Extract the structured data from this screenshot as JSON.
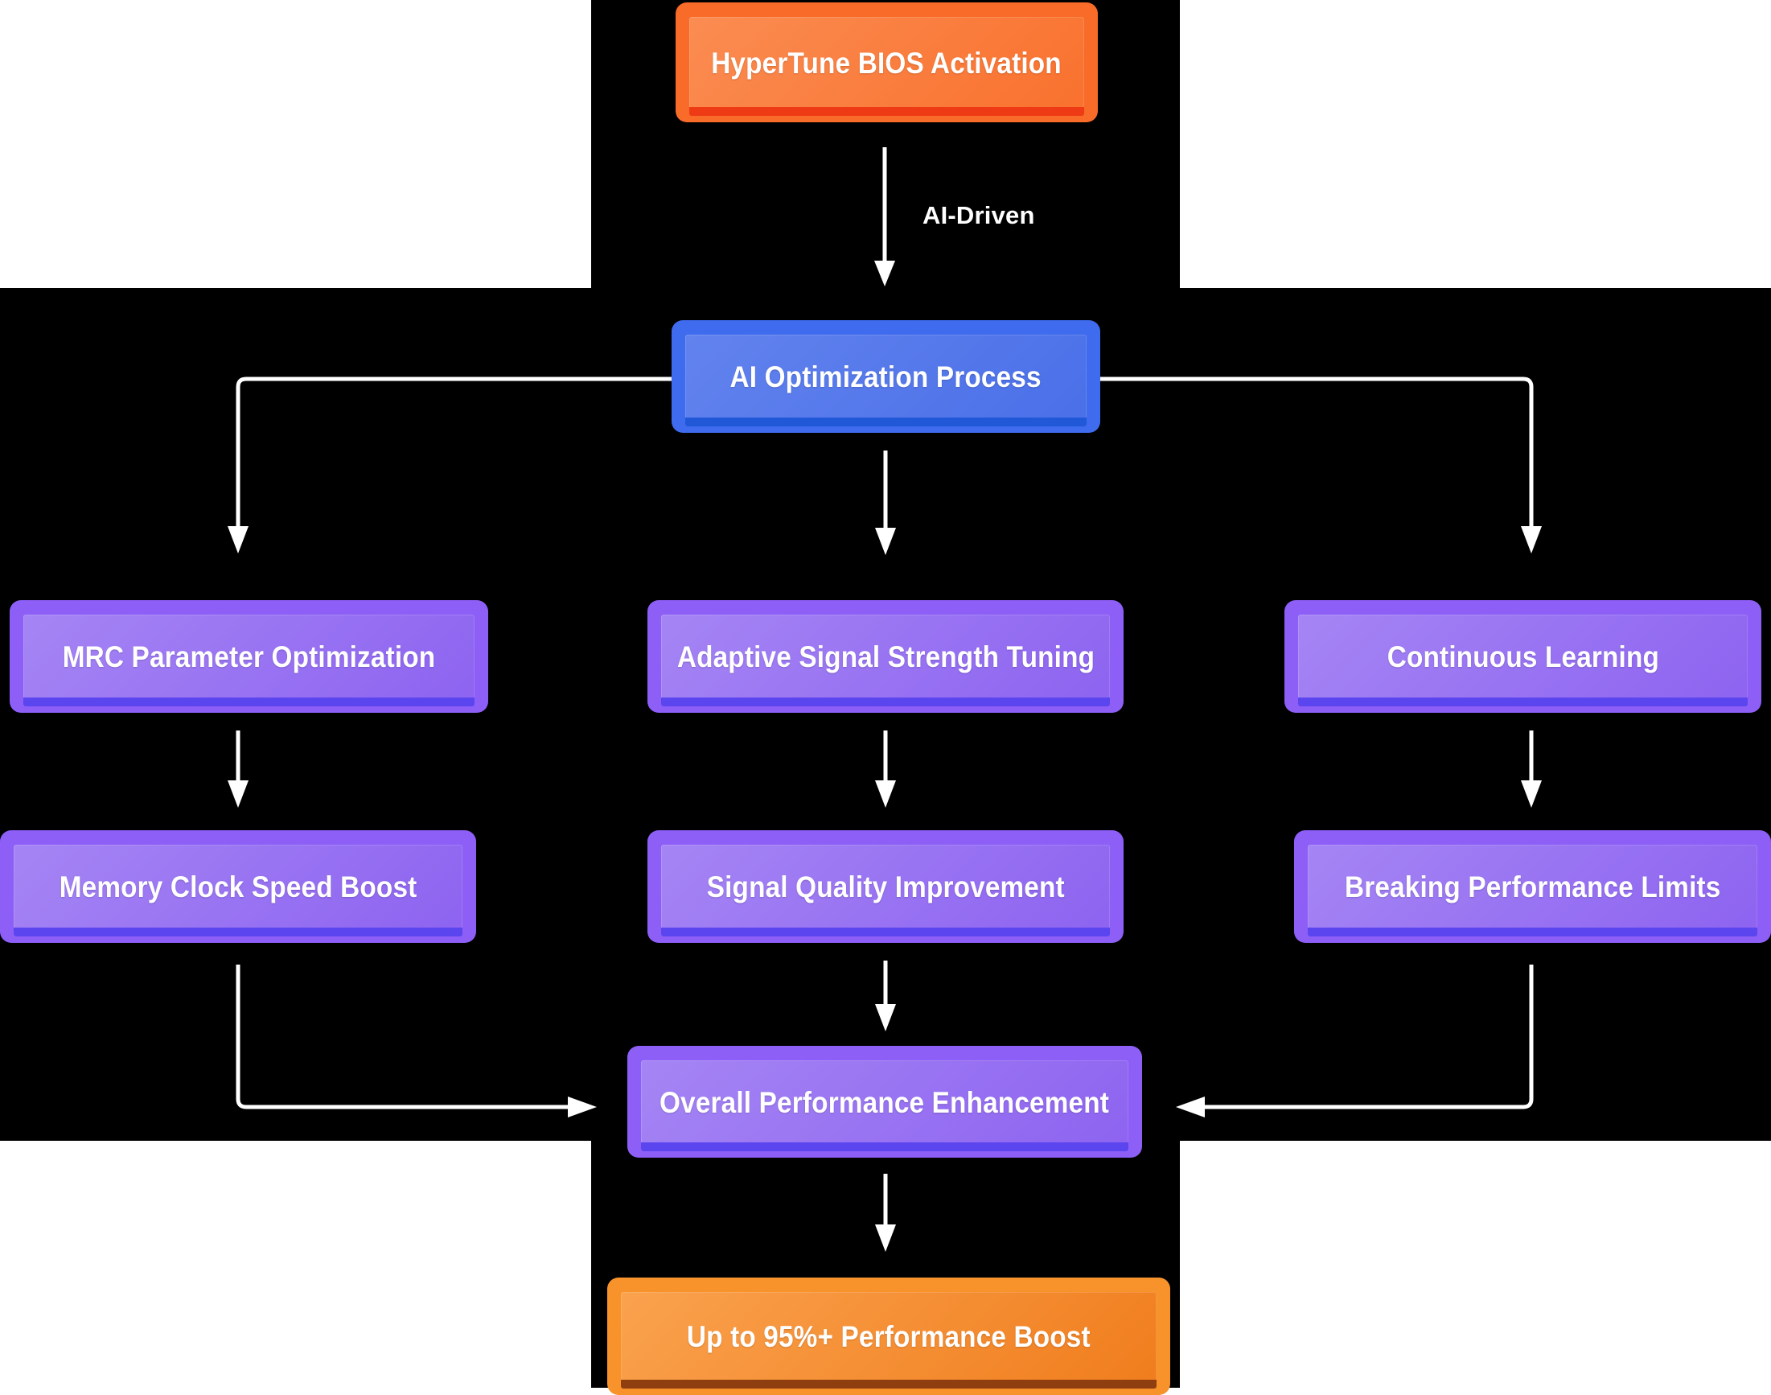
{
  "nodes": {
    "bios": {
      "label": "HyperTune BIOS Activation"
    },
    "ai": {
      "label": "AI Optimization Process"
    },
    "mrc": {
      "label": "MRC Parameter Optimization"
    },
    "adaptive": {
      "label": "Adaptive Signal Strength Tuning"
    },
    "learning": {
      "label": "Continuous Learning"
    },
    "memory": {
      "label": "Memory Clock Speed Boost"
    },
    "signal": {
      "label": "Signal Quality Improvement"
    },
    "breaking": {
      "label": "Breaking Performance Limits"
    },
    "overall": {
      "label": "Overall Performance Enhancement"
    },
    "boost": {
      "label": "Up to 95%+ Performance Boost"
    }
  },
  "edges": [
    {
      "from": "bios",
      "to": "ai",
      "label": "AI-Driven"
    },
    {
      "from": "ai",
      "to": "mrc",
      "label": ""
    },
    {
      "from": "ai",
      "to": "adaptive",
      "label": ""
    },
    {
      "from": "ai",
      "to": "learning",
      "label": ""
    },
    {
      "from": "mrc",
      "to": "memory",
      "label": ""
    },
    {
      "from": "adaptive",
      "to": "signal",
      "label": ""
    },
    {
      "from": "learning",
      "to": "breaking",
      "label": ""
    },
    {
      "from": "memory",
      "to": "overall",
      "label": ""
    },
    {
      "from": "signal",
      "to": "overall",
      "label": ""
    },
    {
      "from": "breaking",
      "to": "overall",
      "label": ""
    },
    {
      "from": "overall",
      "to": "boost",
      "label": ""
    }
  ],
  "edge_labels": {
    "ai_driven": "AI-Driven"
  },
  "colors": {
    "page-bg": "#ffffff",
    "diagram-bg": "#000000",
    "orangered-border": "#f86b28",
    "orangered-strip": "#ee3a15",
    "blue-border": "#3f6bee",
    "blue-strip": "#2158d8",
    "purple-border": "#8d5ff7",
    "purple-strip": "#5b45ee",
    "orange-border": "#f8932c",
    "orange-strip": "#8f3e10",
    "arrow": "#ffffff",
    "text": "#ffffff"
  }
}
